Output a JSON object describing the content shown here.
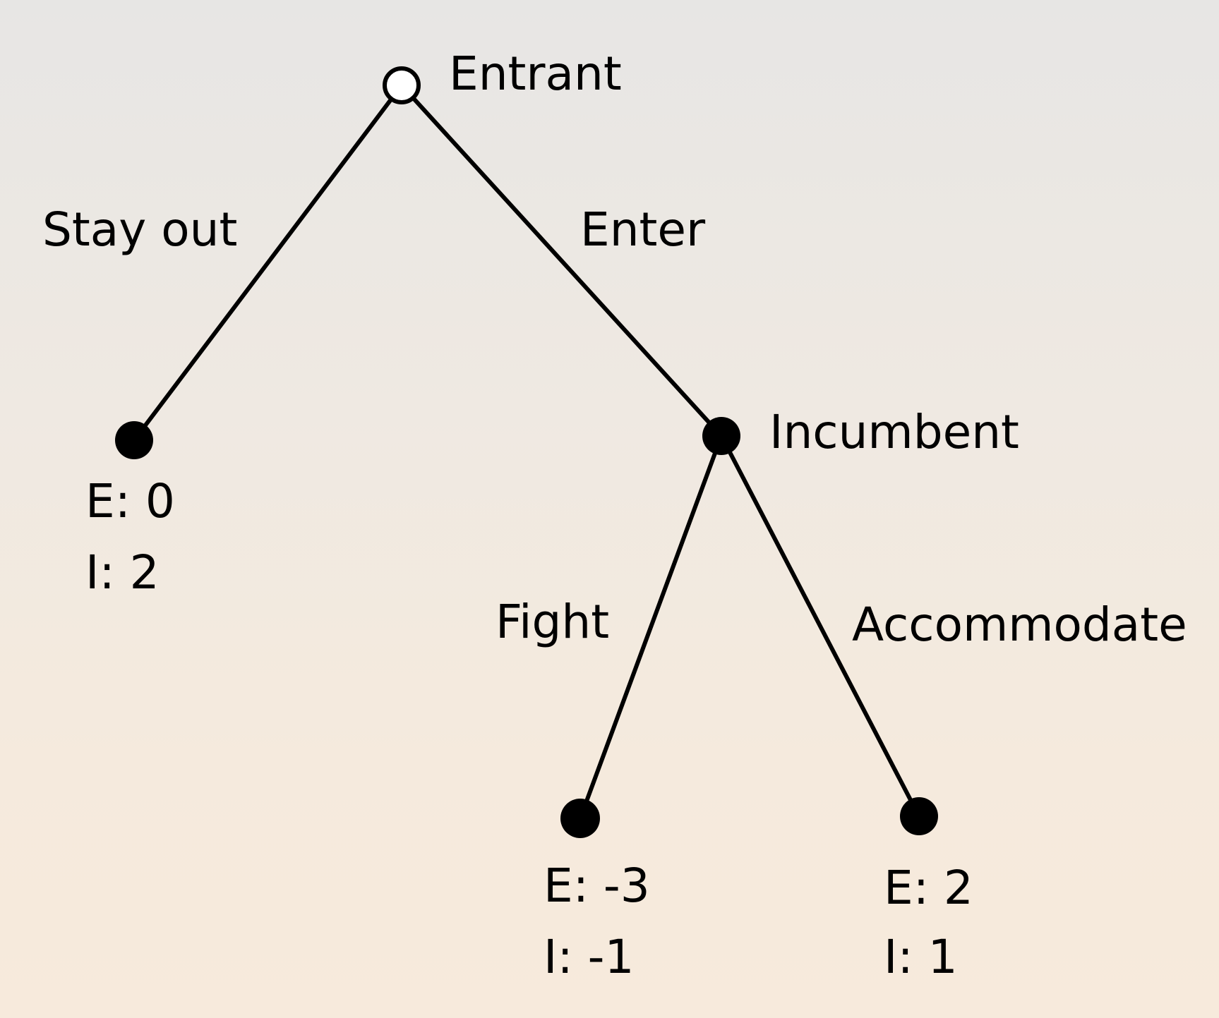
{
  "players": {
    "root": "Entrant",
    "second": "Incumbent"
  },
  "moves": {
    "stay_out": "Stay out",
    "enter": "Enter",
    "fight": "Fight",
    "accommodate": "Accommodate"
  },
  "payoffs": {
    "stay_out": {
      "entrant": "E: 0",
      "incumbent": "I: 2"
    },
    "fight": {
      "entrant": "E: -3",
      "incumbent": "I: -1"
    },
    "accommodate": {
      "entrant": "E: 2",
      "incumbent": "I: 1"
    }
  },
  "colors": {
    "ink": "#000000",
    "open_node_fill": "#ffffff"
  }
}
